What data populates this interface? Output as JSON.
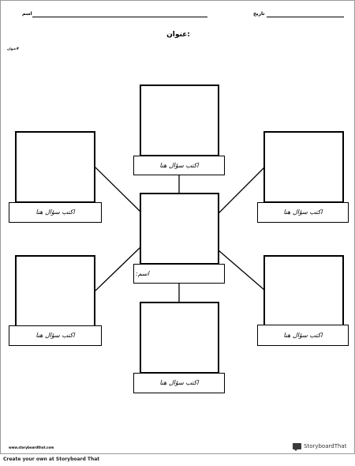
{
  "header": {
    "name_label": "اسم",
    "date_label": "تاريخ"
  },
  "title": ":عنوان",
  "note": "#عنوان",
  "diagram": {
    "top_label": "اكتب سؤال هنا",
    "upper_left_label": "اكتب سؤال هنا",
    "upper_right_label": "اكتب سؤال هنا",
    "center_label": "اسم:",
    "lower_left_label": "اكتب سؤال هنا",
    "lower_right_label": "اكتب سؤال هنا",
    "bottom_label": "اكتب سؤال هنا"
  },
  "footer": {
    "url": "www.storyboardthat.com",
    "brand_icon": "storyboard-icon",
    "brand": "StoryboardThat"
  },
  "bottom_cta": "Create your own at Storyboard That"
}
